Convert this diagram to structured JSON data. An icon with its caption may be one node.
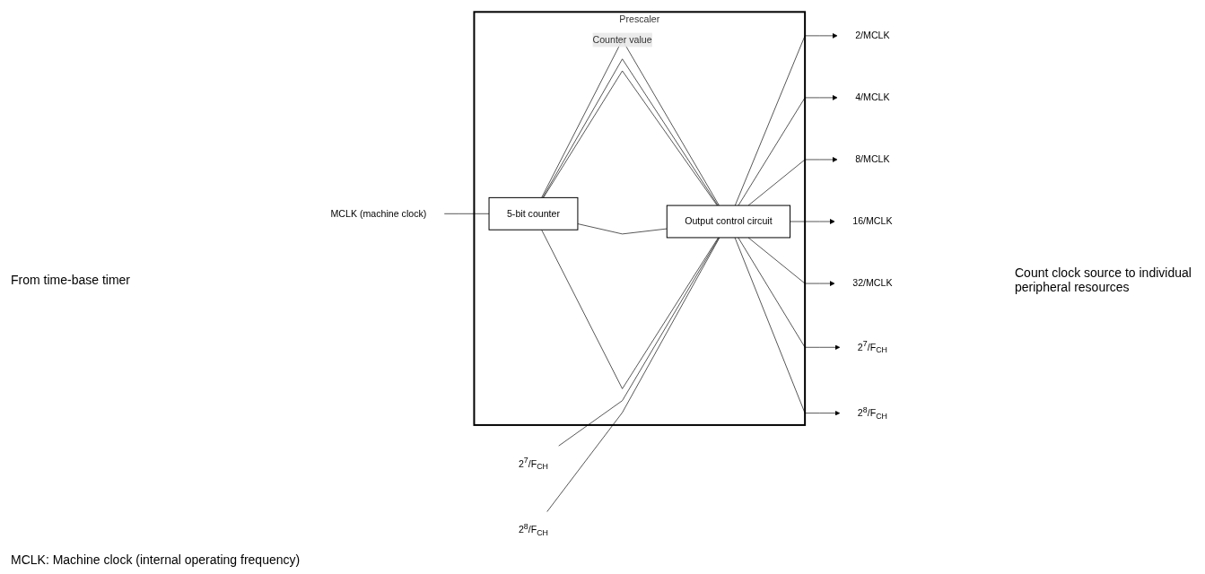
{
  "diagram": {
    "caption": "MCLK: Machine clock (internal operating frequency)",
    "nodes": [
      {
        "text": [
          "Prescaler"
        ]
      },
      {
        "text": [
          "5-bit counter"
        ],
        "in": 0
      },
      {
        "text": [
          "Output control circuit"
        ],
        "in": 0
      },
      {
        "text": [
          "MCLK (machine clock)"
        ]
      },
      {
        "text": [
          "2$^{7}$/F$_{CH}$"
        ]
      },
      {
        "text": [
          "2$^{8}$/F$_{CH}$"
        ]
      },
      {
        "text": [
          "2/MCLK"
        ]
      },
      {
        "text": [
          "4/MCLK"
        ]
      },
      {
        "text": [
          "8/MCLK"
        ]
      },
      {
        "text": [
          "16/MCLK"
        ]
      },
      {
        "text": [
          "32/MCLK"
        ]
      },
      {
        "text": [
          "2$^{7}$/F$_{CH}$"
        ]
      },
      {
        "text": [
          "2$^{8}$/F$_{CH}$"
        ]
      }
    ],
    "edges": [
      {
        "from": 3,
        "to": 1,
        "arrow": "none"
      },
      {
        "from": 1,
        "to": 2,
        "arrow": "none",
        "label": "Counter value"
      },
      {
        "from": 1,
        "to": 2,
        "arrow": "none"
      },
      {
        "from": 1,
        "to": 2,
        "arrow": "none"
      },
      {
        "from": 1,
        "to": 2,
        "arrow": "none"
      },
      {
        "from": 1,
        "to": 2,
        "arrow": "none"
      },
      {
        "from": 4,
        "to": 2,
        "arrow": "none"
      },
      {
        "from": 5,
        "to": 2,
        "arrow": "none"
      },
      {
        "from": 2,
        "to": 6,
        "arrow": "to"
      },
      {
        "from": 2,
        "to": 7,
        "arrow": "to"
      },
      {
        "from": 2,
        "to": 8,
        "arrow": "to"
      },
      {
        "from": 2,
        "to": 9,
        "arrow": "to"
      },
      {
        "from": 2,
        "to": 10,
        "arrow": "to"
      },
      {
        "from": 2,
        "to": 11,
        "arrow": "to"
      },
      {
        "from": 2,
        "to": 12,
        "arrow": "to"
      }
    ],
    "labels": [
      "From time-base timer",
      "Count clock source to individual peripheral resources"
    ]
  }
}
